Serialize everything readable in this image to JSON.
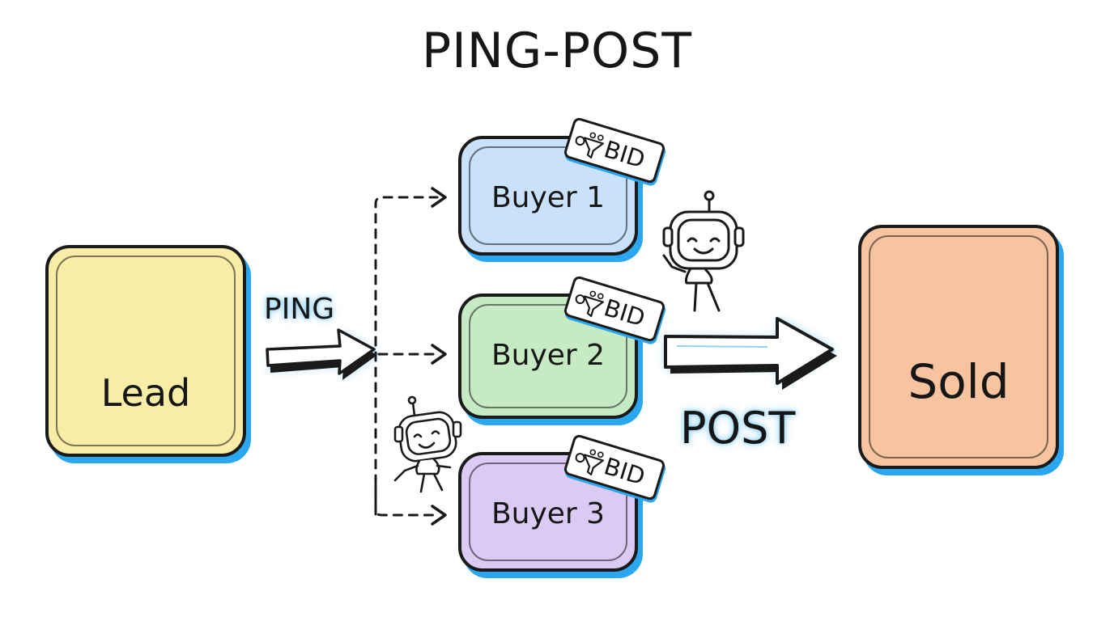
{
  "title": "PING-POST",
  "lead": {
    "label": "Lead",
    "icons": [
      "person-icon",
      "document-icon"
    ]
  },
  "buyers": [
    {
      "label": "Buyer 1",
      "tag": "BID",
      "color": "#c9e1fb"
    },
    {
      "label": "Buyer 2",
      "tag": "BID",
      "color": "#c6eac3"
    },
    {
      "label": "Buyer 3",
      "tag": "BID",
      "color": "#dbcaf3"
    }
  ],
  "flows": {
    "ping": "PING",
    "post": "POST"
  },
  "sold": {
    "label": "Sold",
    "icons": [
      "checkmark-icon",
      "document-icon"
    ]
  },
  "colors": {
    "lead": "#f8eda6",
    "sold": "#f7c49f",
    "accent_shadow": "#2aa7ee",
    "ink": "#161616"
  },
  "decorations": [
    "robot-icon",
    "robot-icon"
  ]
}
